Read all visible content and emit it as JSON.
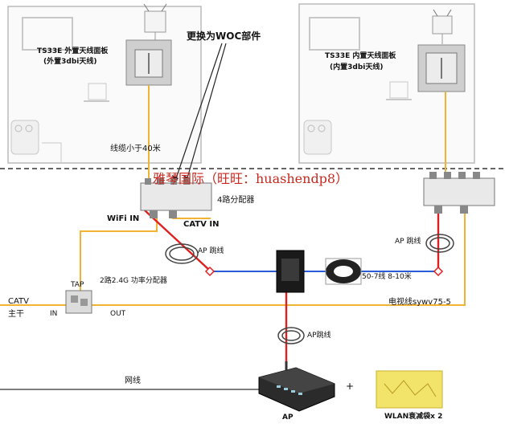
{
  "rooms": {
    "left_panel_line1": "TS33E  外置天线面板",
    "left_panel_line2": "(外置3dbi天线)",
    "right_panel_line1": "TS33E  内置天线面板",
    "right_panel_line2": "(内置3dbi天线)"
  },
  "callout": "更换为WOC部件",
  "cable_limit": "线缆小于40米",
  "watermark": "雅琴国际（旺旺：huashendp8）",
  "splitter": {
    "label": "4路分配器",
    "wifi_in": "WiFi IN",
    "catv_in": "CATV IN"
  },
  "jumpers": {
    "ap_jumper_left": "AP 跳线",
    "ap_jumper_right": "AP 跳线",
    "ap_jumper_bottom": "AP跳线"
  },
  "power_divider": "2路2.4G 功率分配器",
  "tap_top": "TAP",
  "catv": {
    "line1": "CATV",
    "line2": "主干",
    "in": "IN",
    "out": "OUT"
  },
  "coax_coil": "50-7线 8-10米",
  "tv_line": "电视线sywv75-5",
  "network_line": "网线",
  "plus": "+",
  "ap_device": "AP",
  "wlan_bag": "WLAN衰减袋x 2",
  "colors": {
    "orange_cable": "#f2b233",
    "red_jumper": "#e02020",
    "blue_coax": "#2a5cd6",
    "watermark": "#c8281e"
  }
}
